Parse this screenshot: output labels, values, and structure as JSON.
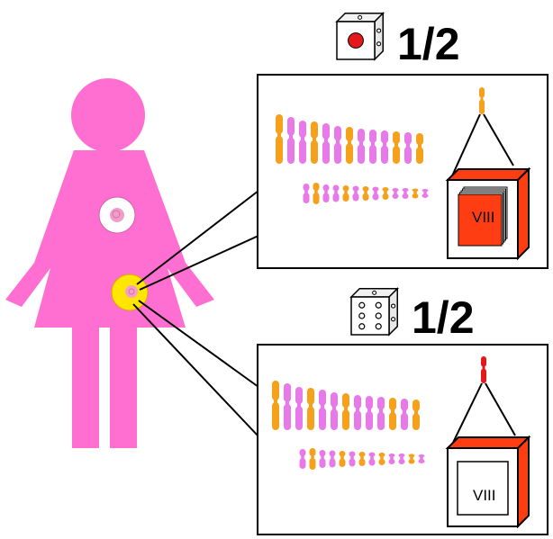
{
  "colors": {
    "female": "#ff6fd2",
    "chrom_orange": "#f5a11c",
    "chrom_pink": "#e879e8",
    "highlight_red": "#e4171b",
    "box_red": "#ff3d12",
    "egg_yellow": "#ffe600",
    "nucleus_pink": "#f0a0c8"
  },
  "panels": [
    {
      "probability": "1/2",
      "die_face": "red-one-pip-die",
      "gene_label": "VIII",
      "highlight_color": "orange",
      "box_contents": "red-stack"
    },
    {
      "probability": "1/2",
      "die_face": "six-pip-die",
      "gene_label": "VIII",
      "highlight_color": "red",
      "box_contents": "empty-white"
    }
  ]
}
